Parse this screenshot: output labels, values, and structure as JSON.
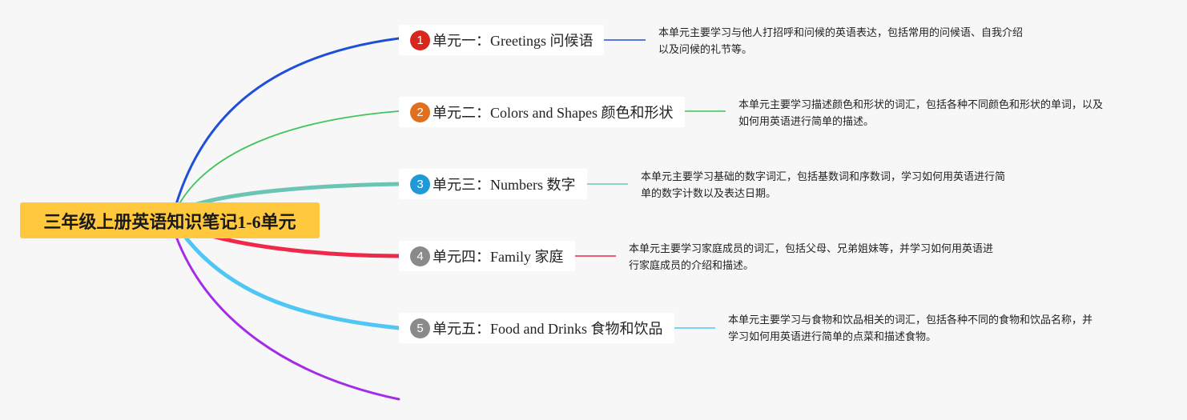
{
  "root": {
    "title": "三年级上册英语知识笔记1-6单元",
    "color": "#ffc83d"
  },
  "branches": [
    {
      "number": "1",
      "label": "单元一：Greetings 问候语",
      "badge_color": "#d9261c",
      "line_color": "#1f4fd8",
      "note_lines": [
        "本单元主要学习与他人打招呼和问候的英语表达，包括常用的问候语、自我介绍",
        "以及问候的礼节等。"
      ]
    },
    {
      "number": "2",
      "label": "单元二：Colors and Shapes 颜色和形状",
      "badge_color": "#e0701f",
      "line_color": "#3fc45a",
      "note_lines": [
        "本单元主要学习描述颜色和形状的词汇，包括各种不同颜色和形状的单词，以及",
        "如何用英语进行简单的描述。"
      ]
    },
    {
      "number": "3",
      "label": "单元三：Numbers 数字",
      "badge_color": "#1f9ad6",
      "line_color": "#6ac5b5",
      "note_lines": [
        "本单元主要学习基础的数字词汇，包括基数词和序数词，学习如何用英语进行简",
        "单的数字计数以及表达日期。"
      ]
    },
    {
      "number": "4",
      "label": "单元四：Family 家庭",
      "badge_color": "#8a8a8a",
      "line_color": "#f0284a",
      "note_lines": [
        "本单元主要学习家庭成员的词汇，包括父母、兄弟姐妹等，并学习如何用英语进",
        "行家庭成员的介绍和描述。"
      ]
    },
    {
      "number": "5",
      "label": "单元五：Food and Drinks 食物和饮品",
      "badge_color": "#8a8a8a",
      "line_color": "#4fc6f3",
      "note_lines": [
        "本单元主要学习与食物和饮品相关的词汇，包括各种不同的食物和饮品名称，并",
        "学习如何用英语进行简单的点菜和描述食物。"
      ]
    }
  ],
  "extra_branch": {
    "line_color": "#a42ce8"
  }
}
